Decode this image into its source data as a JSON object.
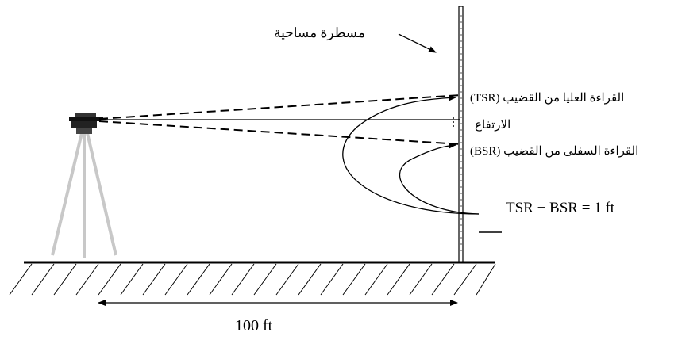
{
  "labels": {
    "staff": "مسطرة مساحية",
    "top_reading": "القراءة العليا من القضيب (TSR)",
    "elevation": "الارتفاع",
    "bottom_reading": "القراءة السفلى من القضيب (BSR)",
    "equation": "TSR − BSR = 1 ft",
    "distance": "100 ft"
  }
}
